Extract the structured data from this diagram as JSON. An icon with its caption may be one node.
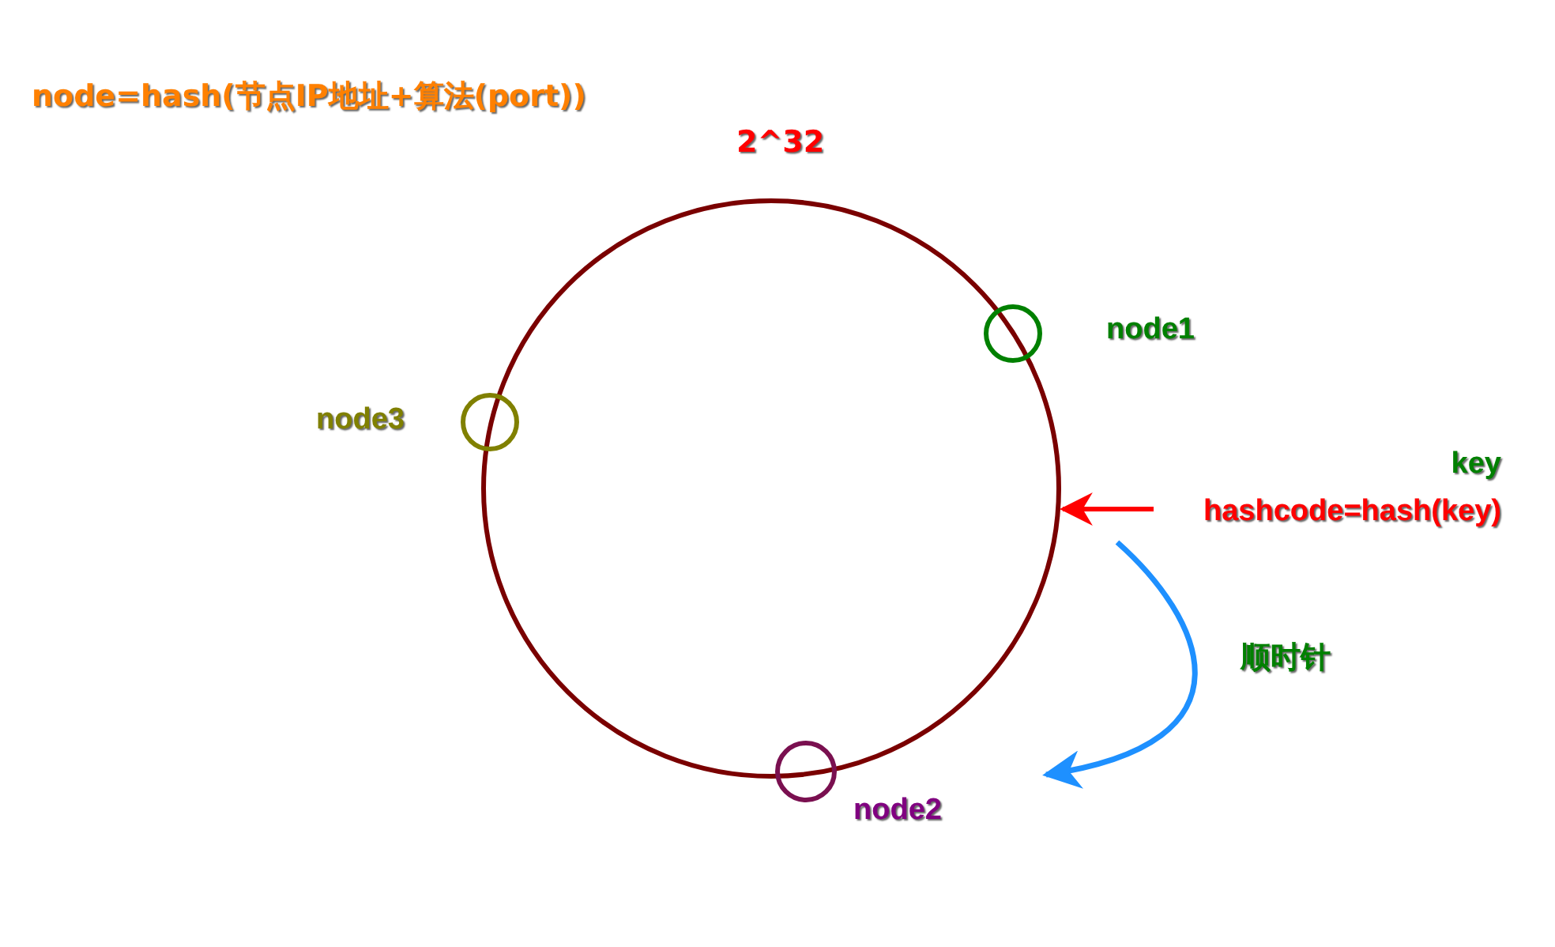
{
  "diagram": {
    "nodes": [
      {
        "text": [],
        "shape": "circle"
      },
      {
        "text": [],
        "shape": "circle",
        "beside": [
          "node1"
        ]
      },
      {
        "text": [],
        "shape": "circle",
        "beside": [
          "node3"
        ]
      },
      {
        "text": [],
        "shape": "circle",
        "beside": [
          "node2"
        ]
      },
      {
        "text": [
          "key",
          "hashcode=hash(key)"
        ]
      }
    ],
    "edges": [
      {
        "from": 4,
        "to": 0,
        "arrow": "to",
        "color": "#ff0000"
      }
    ],
    "labels": [
      "node=hash(节点IP地址+算法(port))",
      "2^32",
      "顺时针"
    ]
  }
}
